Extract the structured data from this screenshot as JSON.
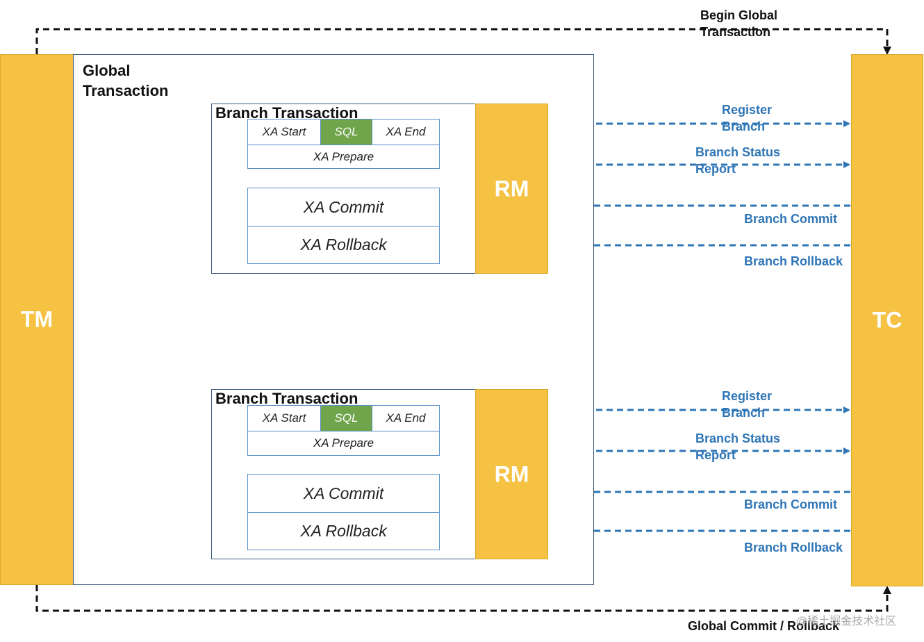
{
  "tm": {
    "label": "TM"
  },
  "tc": {
    "label": "TC"
  },
  "global_transaction": {
    "label": "Global Transaction"
  },
  "branches": [
    {
      "title": "Branch Transaction",
      "xa_start": "XA Start",
      "sql": "SQL",
      "xa_end": "XA End",
      "xa_prepare": "XA Prepare",
      "xa_commit": "XA Commit",
      "xa_rollback": "XA Rollback",
      "rm": "RM",
      "register_branch": "Register Branch",
      "branch_status_report": "Branch Status Report",
      "branch_commit": "Branch Commit",
      "branch_rollback": "Branch Rollback"
    },
    {
      "title": "Branch Transaction",
      "xa_start": "XA Start",
      "sql": "SQL",
      "xa_end": "XA End",
      "xa_prepare": "XA Prepare",
      "xa_commit": "XA Commit",
      "xa_rollback": "XA Rollback",
      "rm": "RM",
      "register_branch": "Register Branch",
      "branch_status_report": "Branch Status Report",
      "branch_commit": "Branch Commit",
      "branch_rollback": "Branch Rollback"
    }
  ],
  "begin_global_transaction": "Begin Global Transaction",
  "global_commit_rollback": "Global Commit / Rollback",
  "watermark": "@稀土掘金技术社区",
  "colors": {
    "bar_yellow": "#f5c244",
    "sql_green": "#70a54c",
    "arrow_blue": "#2e75b6",
    "box_border": "#3a5a80"
  }
}
